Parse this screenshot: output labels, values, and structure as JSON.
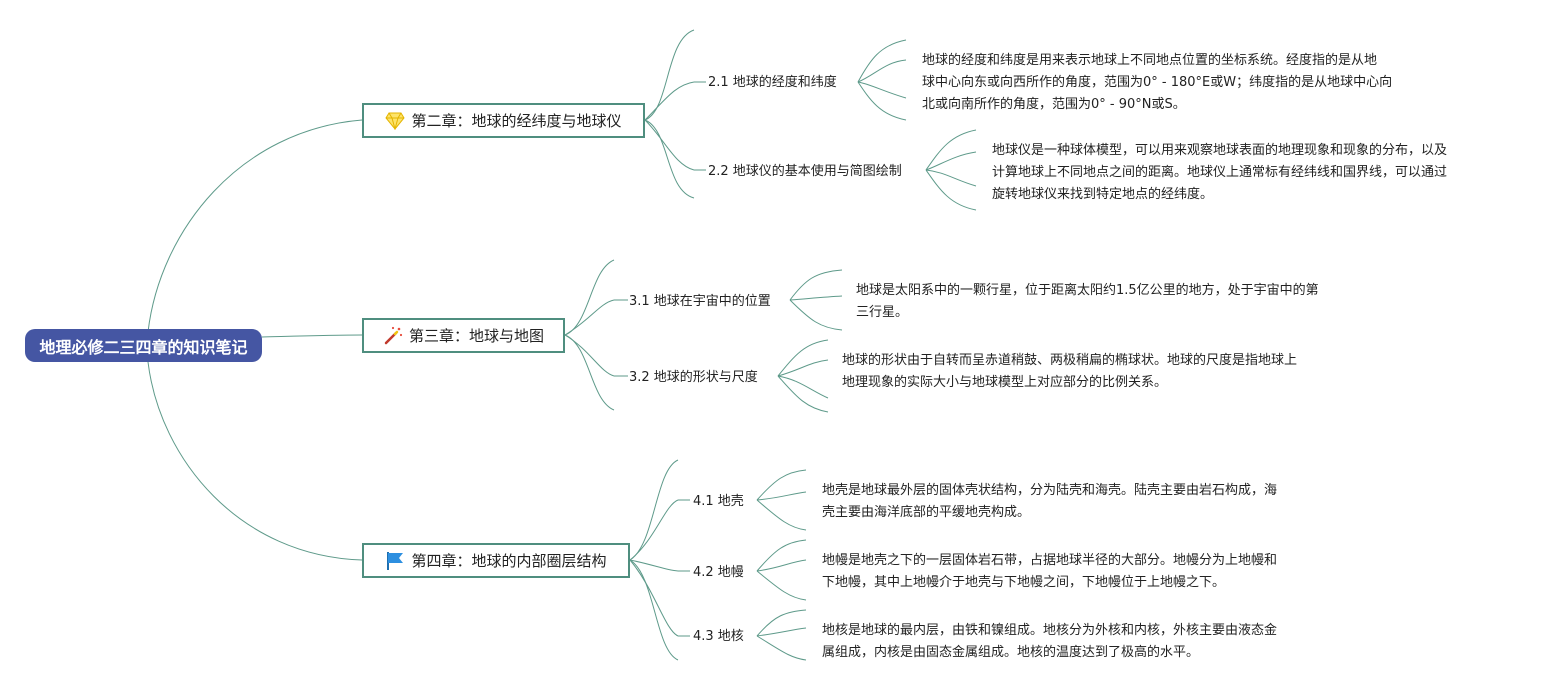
{
  "root": {
    "title": "地理必修二三四章的知识笔记"
  },
  "chapters": [
    {
      "icon": "diamond-icon",
      "title": "第二章：地球的经纬度与地球仪",
      "topics": [
        {
          "label": "2.1 地球的经度和纬度",
          "note": [
            "地球的经度和纬度是用来表示地球上不同地点位置的坐标系统。经度指的是从地",
            "球中心向东或向西所作的角度，范围为0° - 180°E或W；纬度指的是从地球中心向",
            "北或向南所作的角度，范围为0° - 90°N或S。"
          ]
        },
        {
          "label": "2.2 地球仪的基本使用与简图绘制",
          "note": [
            "地球仪是一种球体模型，可以用来观察地球表面的地理现象和现象的分布，以及",
            "计算地球上不同地点之间的距离。地球仪上通常标有经纬线和国界线，可以通过",
            "旋转地球仪来找到特定地点的经纬度。"
          ]
        }
      ]
    },
    {
      "icon": "magic-wand-icon",
      "title": "第三章：地球与地图",
      "topics": [
        {
          "label": "3.1 地球在宇宙中的位置",
          "note": [
            "地球是太阳系中的一颗行星，位于距离太阳约1.5亿公里的地方，处于宇宙中的第",
            "三行星。"
          ]
        },
        {
          "label": "3.2 地球的形状与尺度",
          "note": [
            "地球的形状由于自转而呈赤道稍鼓、两极稍扁的椭球状。地球的尺度是指地球上",
            "地理现象的实际大小与地球模型上对应部分的比例关系。"
          ]
        }
      ]
    },
    {
      "icon": "flag-icon",
      "title": "第四章：地球的内部圈层结构",
      "topics": [
        {
          "label": "4.1 地壳",
          "note": [
            "地壳是地球最外层的固体壳状结构，分为陆壳和海壳。陆壳主要由岩石构成，海",
            "壳主要由海洋底部的平缓地壳构成。"
          ]
        },
        {
          "label": "4.2 地幔",
          "note": [
            "地幔是地壳之下的一层固体岩石带，占据地球半径的大部分。地幔分为上地幔和",
            "下地幔，其中上地幔介于地壳与下地幔之间，下地幔位于上地幔之下。"
          ]
        },
        {
          "label": "4.3 地核",
          "note": [
            "地核是地球的最内层，由铁和镍组成。地核分为外核和内核，外核主要由液态金",
            "属组成，内核是由固态金属组成。地核的温度达到了极高的水平。"
          ]
        }
      ]
    }
  ],
  "colors": {
    "root_bg": "#4556a3",
    "line": "#5e9a8a",
    "border": "#4f8e7f"
  }
}
